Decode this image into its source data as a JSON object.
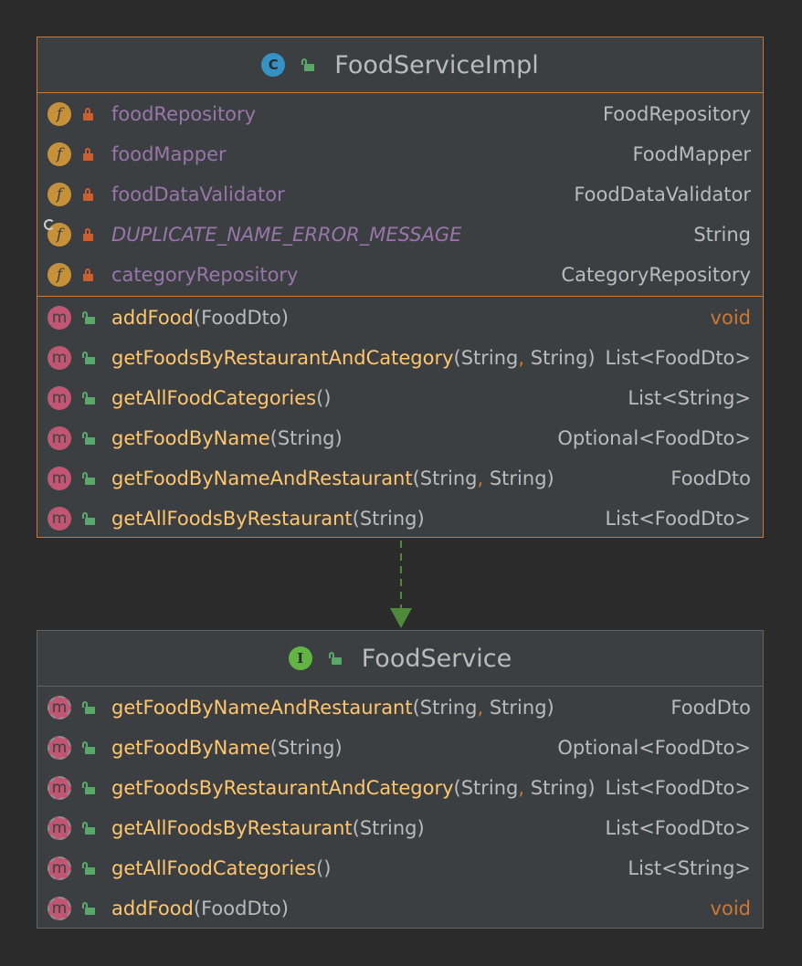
{
  "impl_class": {
    "kind_letter": "C",
    "title": "FoodServiceImpl",
    "fields": [
      {
        "name": "foodRepository",
        "type": "FoodRepository"
      },
      {
        "name": "foodMapper",
        "type": "FoodMapper"
      },
      {
        "name": "foodDataValidator",
        "type": "FoodDataValidator"
      },
      {
        "name": "DUPLICATE_NAME_ERROR_MESSAGE",
        "type": "String"
      },
      {
        "name": "categoryRepository",
        "type": "CategoryRepository"
      }
    ],
    "methods": [
      {
        "name": "addFood",
        "params": "(FoodDto)",
        "type": "void"
      },
      {
        "name": "getFoodsByRestaurantAndCategory",
        "params_open": "(String",
        "comma": ",",
        "params_close": " String)",
        "type": "List<FoodDto>"
      },
      {
        "name": "getAllFoodCategories",
        "params": "()",
        "type": "List<String>"
      },
      {
        "name": "getFoodByName",
        "params": "(String)",
        "type": "Optional<FoodDto>"
      },
      {
        "name": "getFoodByNameAndRestaurant",
        "params_open": "(String",
        "comma": ",",
        "params_close": " String)",
        "type": "FoodDto"
      },
      {
        "name": "getAllFoodsByRestaurant",
        "params": "(String)",
        "type": "List<FoodDto>"
      }
    ]
  },
  "interface": {
    "kind_letter": "I",
    "title": "FoodService",
    "methods": [
      {
        "name": "getFoodByNameAndRestaurant",
        "params_open": "(String",
        "comma": ",",
        "params_close": " String)",
        "type": "FoodDto"
      },
      {
        "name": "getFoodByName",
        "params": "(String)",
        "type": "Optional<FoodDto>"
      },
      {
        "name": "getFoodsByRestaurantAndCategory",
        "params_open": "(String",
        "comma": ",",
        "params_close": " String)",
        "type": "List<FoodDto>"
      },
      {
        "name": "getAllFoodsByRestaurant",
        "params": "(String)",
        "type": "List<FoodDto>"
      },
      {
        "name": "getAllFoodCategories",
        "params": "()",
        "type": "List<String>"
      },
      {
        "name": "addFood",
        "params": "(FoodDto)",
        "type": "void"
      }
    ]
  },
  "icons": {
    "field": "f",
    "method": "m"
  },
  "colors": {
    "background": "#2b2b2b",
    "class_border": "#cc7832",
    "field_name": "#9876aa",
    "method_name": "#ffc66d",
    "relation_arrow": "#4e8a3a"
  }
}
